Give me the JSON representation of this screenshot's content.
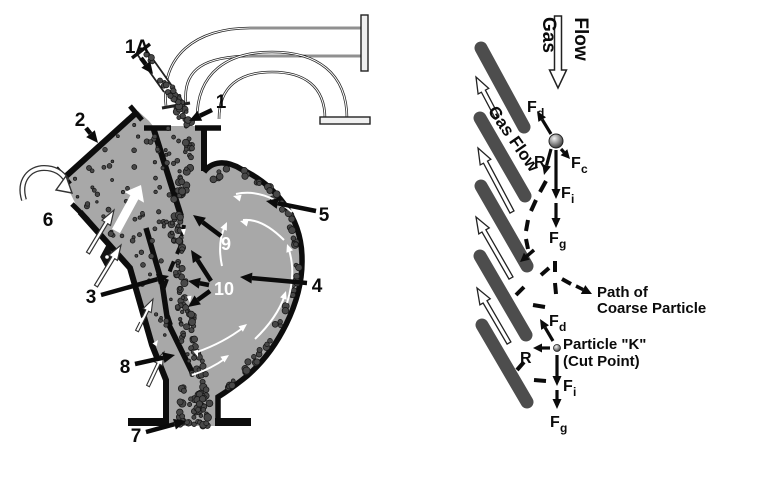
{
  "colors": {
    "vessel_gray": "#a8a8a8",
    "particle_gray": "#484848",
    "particle_edge": "#141414",
    "louver_gray": "#4d4d4d",
    "line_black": "#0d0d0d",
    "white": "#ffffff"
  },
  "left": {
    "callouts": {
      "a1A": "1A",
      "n1": "1",
      "n2": "2",
      "n3": "3",
      "n4": "4",
      "n5": "5",
      "n6": "6",
      "n7": "7",
      "n8": "8",
      "n9": "9",
      "n10": "10"
    }
  },
  "right": {
    "gas_flow_vertical": {
      "word1": "Gas",
      "word2": "Flow"
    },
    "gas_flow_diagonal": "Gas Flow",
    "forces": {
      "drag": {
        "symbol": "F",
        "subscript": "d"
      },
      "centrifugal": {
        "symbol": "F",
        "subscript": "c"
      },
      "inertial": {
        "symbol": "F",
        "subscript": "i"
      },
      "gravity": {
        "symbol": "F",
        "subscript": "g"
      },
      "resultant": {
        "symbol": "R"
      }
    },
    "path_label": {
      "line1": "Path of",
      "line2": "Coarse Particle"
    },
    "particle_k": {
      "line1": "Particle \"K\"",
      "line2": "(Cut Point)"
    }
  }
}
